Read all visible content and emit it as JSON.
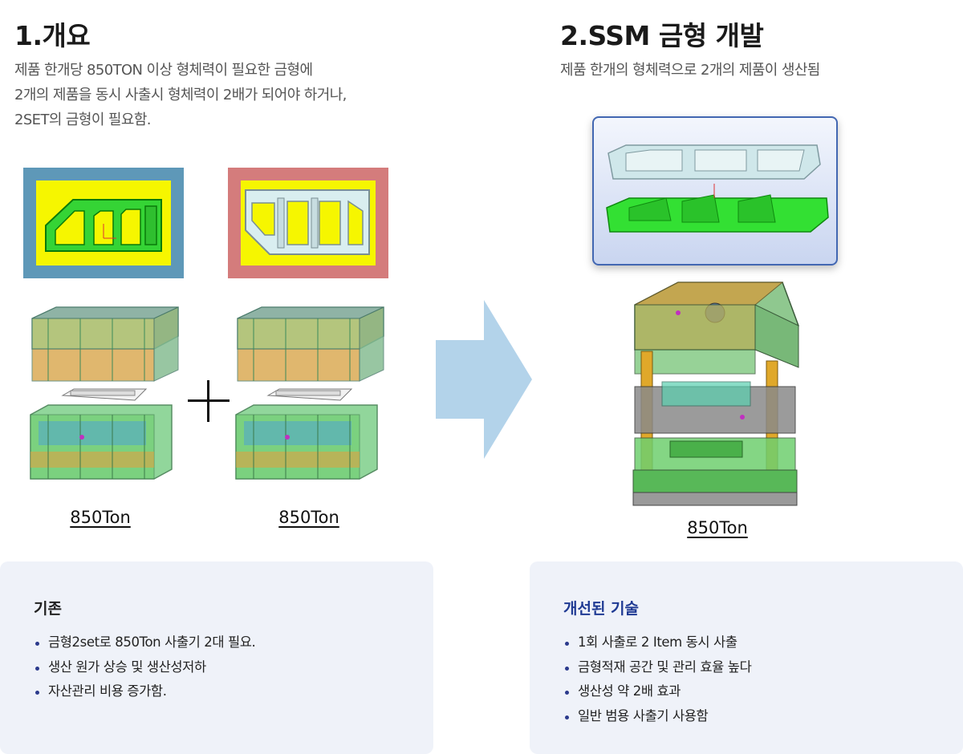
{
  "left": {
    "heading": "1.개요",
    "description": [
      "제품 한개당 850TON 이상 형체력이 필요한 금형에",
      "2개의 제품을 동시 사출시 형체력이 2배가 되어야 하거나,",
      "2SET의 금형이 필요함."
    ],
    "mold_labels": [
      "850Ton",
      "850Ton"
    ],
    "card": {
      "title": "기존",
      "items": [
        "금형2set로  850Ton 사출기 2대 필요.",
        "생산 원가 상승 및 생산성저하",
        "자산관리 비용 증가함."
      ]
    }
  },
  "right": {
    "heading": "2.SSM 금형 개발",
    "description": "제품 한개의 형체력으로 2개의 제품이 생산됨",
    "mold_label": "850Ton",
    "card": {
      "title": "개선된 기술",
      "items": [
        "1회 사출로 2 Item 동시 사출",
        "금형적재 공간 및 관리 효율 높다",
        "생산성 약 2배 효과",
        "일반 범용 사출기 사용함"
      ]
    }
  },
  "colors": {
    "card_background": "#eff2f9",
    "improved_title": "#1f3a93",
    "arrow": "#b3d3ea",
    "plan_frame_blue": "#5e98b8",
    "plan_frame_red": "#d47c7c",
    "plan_yellow": "#f6f600",
    "part_green": "#35d435",
    "part_light": "#d9eef0"
  },
  "icons": {
    "plus": "plus-icon",
    "arrow": "arrow-right-icon"
  }
}
